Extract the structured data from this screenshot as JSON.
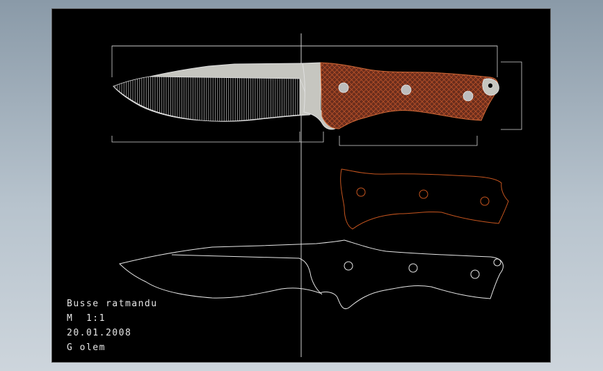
{
  "title_block": {
    "name": "Busse ratmandu",
    "scale": "M  1:1",
    "date": "20.01.2008",
    "author": "G olem"
  },
  "colors": {
    "sheet": "#000000",
    "outline": "#e8e8e8",
    "blade": "#c6c6c0",
    "handle_fill": "#6e2f1d",
    "handle_outline": "#c8561f",
    "dimension": "#d8d8d8"
  }
}
